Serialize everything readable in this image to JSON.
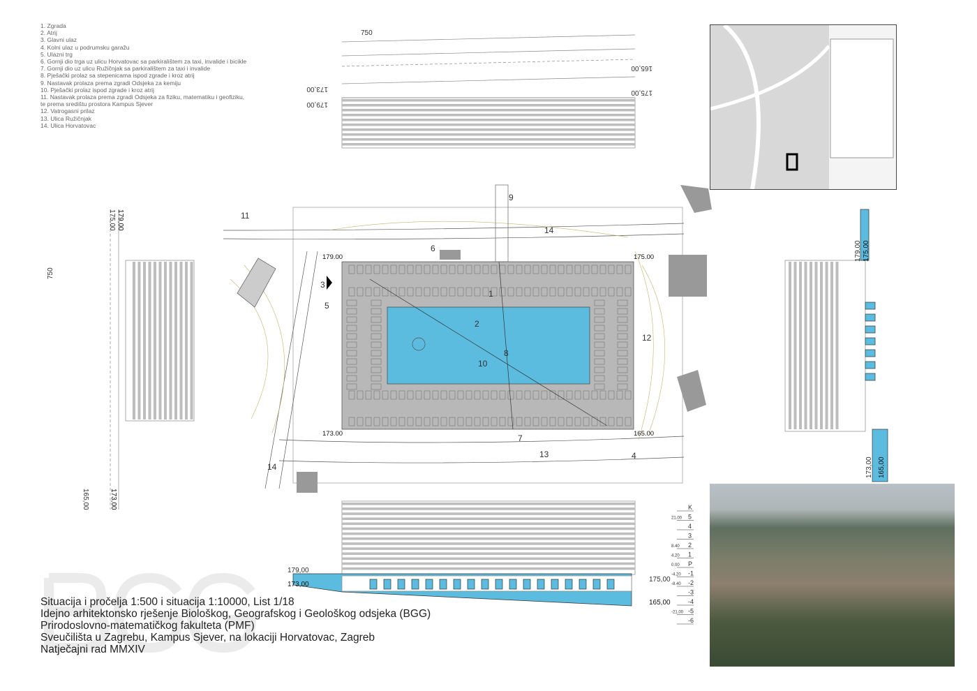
{
  "legend": [
    "1. Zgrada",
    "2. Atrij",
    "3. Glavni ulaz",
    "4. Kolni ulaz u podrumsku garažu",
    "5. Ulazni trg",
    "6. Gornji dio trga uz ulicu Horvatovac sa parkiralištem za taxi, invalide i bicikle",
    "7. Gornji dio uz ulicu Ružičnjak sa parkiralištem za taxi i invalide",
    "8. Pješački prolaz sa stepenicama ispod zgrade i kroz atrij",
    "9. Nastavak prolaza prema zgradi Odsjeka za kemiju",
    "10. Pješački prolaz ispod zgrade i kroz atrij",
    "11. Nastavak prolaza prema zgradi Odsjeka za fiziku, matematiku i geofiziku,",
    "te prema središtu prostora Kampus Sjever",
    "12. Vatrogasni prilaz",
    "13. Ulica Ružičnjak",
    "14. Ulica Horvatovac"
  ],
  "title": [
    "Situacija i pročelja 1:500 i situacija 1:10000, List 1/18",
    "Idejno arhitektonsko rješenje Biološkog, Geografskog i Geološkog odsjeka (BGG)",
    "Prirodoslovno-matematičkog fakulteta (PMF)",
    "Sveučilišta u Zagrebu, Kampus Sjever, na lokaciji Horvatovac, Zagreb",
    "Natječajni rad MMXIV"
  ],
  "watermark": "BGG",
  "dims": {
    "w750": "750",
    "e165": "165,00",
    "e175": "175,00",
    "e173": "173,00",
    "e179": "179,00",
    "c179": "179.00",
    "c175": "175.00",
    "c173": "173.00",
    "c165": "165.00"
  },
  "plan_numbers": [
    "1",
    "2",
    "3",
    "4",
    "5",
    "6",
    "7",
    "8",
    "9",
    "10",
    "11",
    "12",
    "13",
    "14",
    "14"
  ],
  "levels": [
    {
      "v": "",
      "l": "K"
    },
    {
      "v": "21.00",
      "l": "5"
    },
    {
      "v": "",
      "l": "4"
    },
    {
      "v": "",
      "l": "3"
    },
    {
      "v": "8.40",
      "l": "2"
    },
    {
      "v": "4.20",
      "l": "1"
    },
    {
      "v": "0.00",
      "l": "P"
    },
    {
      "v": "-4.20",
      "l": "-1"
    },
    {
      "v": "-8.40",
      "l": "-2"
    },
    {
      "v": "",
      "l": "-3"
    },
    {
      "v": "",
      "l": "-4"
    },
    {
      "v": "-21.00",
      "l": "-5"
    },
    {
      "v": "",
      "l": "-6"
    }
  ],
  "colors": {
    "atrium": "#5bbcdf",
    "building": "#b8b8b8",
    "contour": "#c8b36a"
  }
}
